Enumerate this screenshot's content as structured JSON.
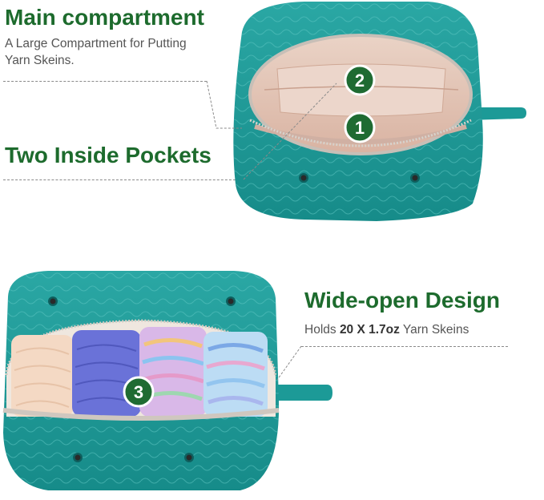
{
  "top": {
    "title": "Main compartment",
    "line1": "A Large Compartment for Putting",
    "line2": "Yarn Skeins."
  },
  "middle": {
    "title": "Two Inside Pockets"
  },
  "right": {
    "title": "Wide-open Design",
    "text_prefix": "Holds ",
    "text_bold": "20 X 1.7oz",
    "text_suffix": " Yarn Skeins"
  },
  "badges": {
    "pocket_1": "1",
    "pocket_2": "2",
    "compartment": "3"
  },
  "colors": {
    "heading": "#1d6b2d",
    "badge": "#1f6b32",
    "bag_teal": "#1d9a98",
    "lining": "#e7c9ba"
  }
}
